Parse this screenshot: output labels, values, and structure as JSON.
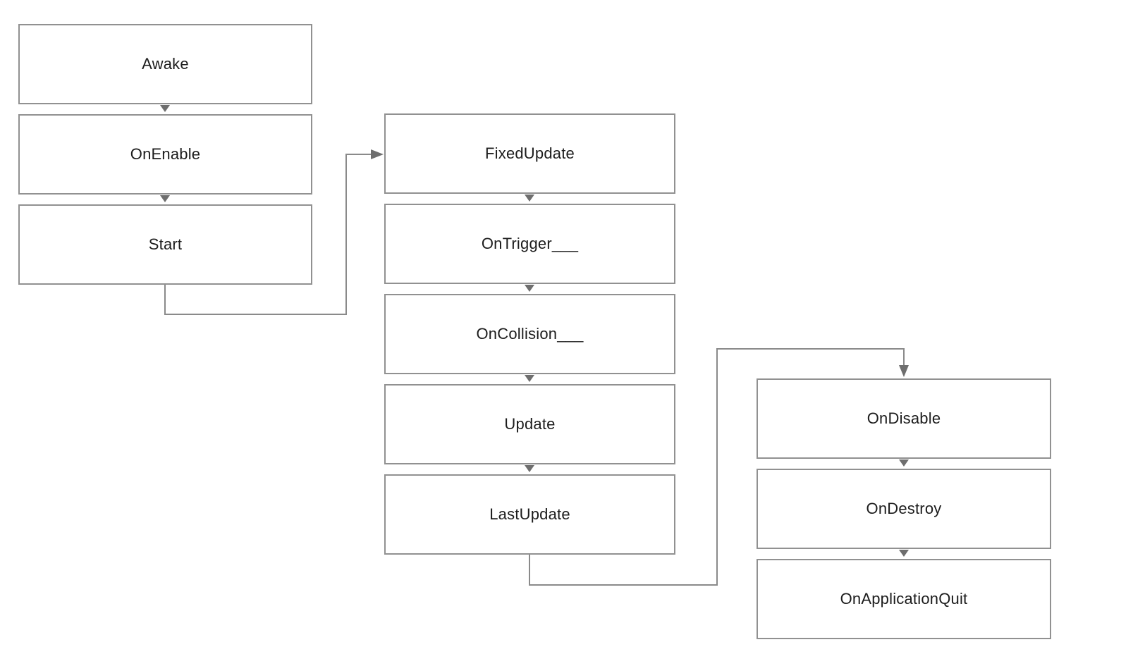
{
  "diagram_title": "Unity lifecycle flowchart",
  "nodes": {
    "awake": {
      "label": "Awake"
    },
    "on_enable": {
      "label": "OnEnable"
    },
    "start": {
      "label": "Start"
    },
    "fixed_update": {
      "label": "FixedUpdate"
    },
    "on_trigger": {
      "label": "OnTrigger___"
    },
    "on_collision": {
      "label": "OnCollision___"
    },
    "update": {
      "label": "Update"
    },
    "last_update": {
      "label": "LastUpdate"
    },
    "on_disable": {
      "label": "OnDisable"
    },
    "on_destroy": {
      "label": "OnDestroy"
    },
    "on_application_quit": {
      "label": "OnApplicationQuit"
    }
  },
  "edges": [
    {
      "from": "Awake",
      "to": "OnEnable"
    },
    {
      "from": "OnEnable",
      "to": "Start"
    },
    {
      "from": "Start",
      "to": "FixedUpdate"
    },
    {
      "from": "FixedUpdate",
      "to": "OnTrigger___"
    },
    {
      "from": "OnTrigger___",
      "to": "OnCollision___"
    },
    {
      "from": "OnCollision___",
      "to": "Update"
    },
    {
      "from": "Update",
      "to": "LastUpdate"
    },
    {
      "from": "LastUpdate",
      "to": "OnDisable"
    },
    {
      "from": "OnDisable",
      "to": "OnDestroy"
    },
    {
      "from": "OnDestroy",
      "to": "OnApplicationQuit"
    }
  ],
  "colors": {
    "border": "#919191",
    "line": "#8a8a8a",
    "arrow": "#6e6e6e",
    "text": "#1c1c1c",
    "bg": "#ffffff"
  }
}
